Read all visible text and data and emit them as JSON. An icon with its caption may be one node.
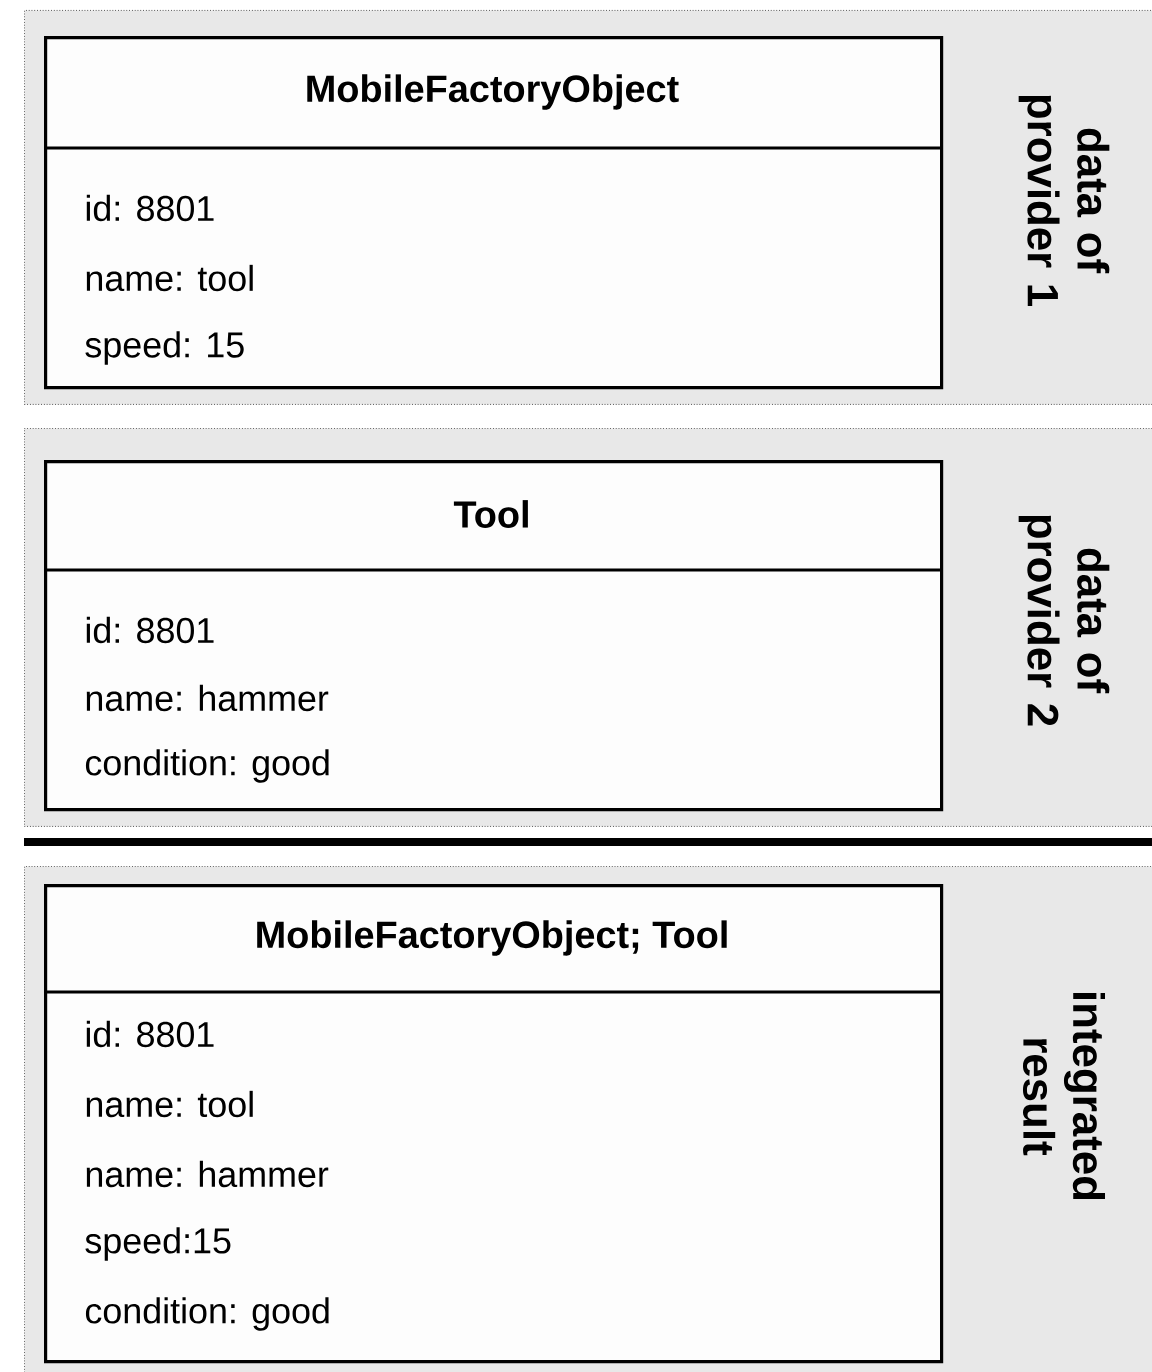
{
  "diagram": {
    "nodes": [
      {
        "text": [
          "data of provider 1"
        ]
      },
      {
        "text": [
          "MobileFactoryObject",
          "id: 8801",
          "name: tool",
          "speed: 15"
        ],
        "in": 0
      },
      {
        "text": [
          "data of provider 2"
        ]
      },
      {
        "text": [
          "Tool",
          "id: 8801",
          "name: hammer",
          "condition: good"
        ],
        "in": 2
      },
      {
        "text": [
          "integrated result"
        ]
      },
      {
        "text": [
          "MobileFactoryObject; Tool",
          "id: 8801",
          "name: tool",
          "name: hammer",
          "speed:15",
          "condition: good"
        ],
        "in": 4
      }
    ]
  }
}
